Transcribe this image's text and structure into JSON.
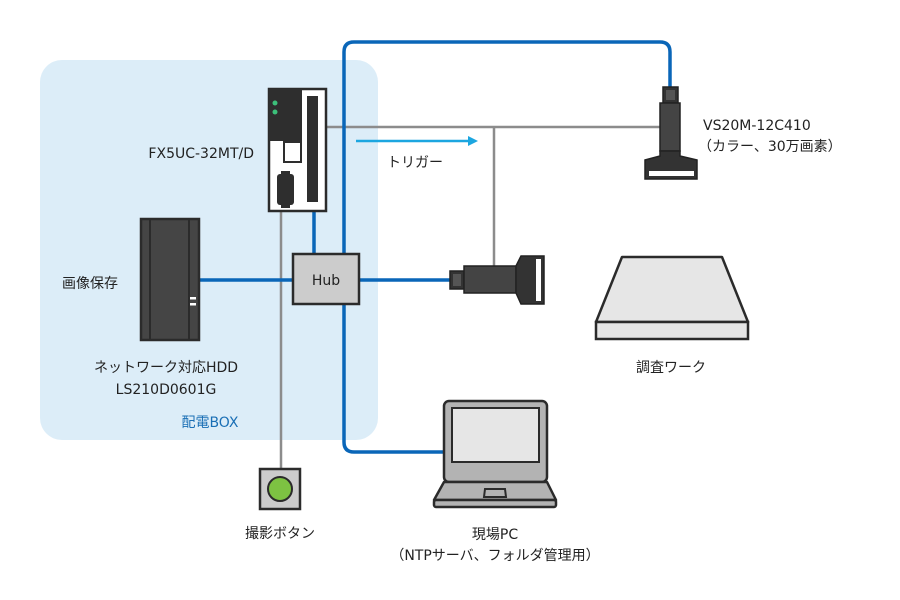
{
  "labels": {
    "plc": "FX5UC-32MT/D",
    "trigger": "トリガー",
    "camera_model": "VS20M-12C410",
    "camera_spec": "（カラー、30万画素）",
    "image_storage": "画像保存",
    "hdd_name": "ネットワーク対応HDD",
    "hdd_model": "LS210D0601G",
    "panel": "配電BOX",
    "hub": "Hub",
    "button": "撮影ボタン",
    "pc_name": "現場PC",
    "pc_role": "（NTPサーバ、フォルダ管理用）",
    "workpiece": "調査ワーク"
  },
  "colors": {
    "ethernet": "#0a66b8",
    "signal": "#8c8c8c",
    "trigger_arrow": "#1ca6e0",
    "panel_bg": "#dcedf8",
    "panel_text": "#1a6fb5",
    "button_led": "#7dc242",
    "plc_led": "#3cc07a"
  }
}
